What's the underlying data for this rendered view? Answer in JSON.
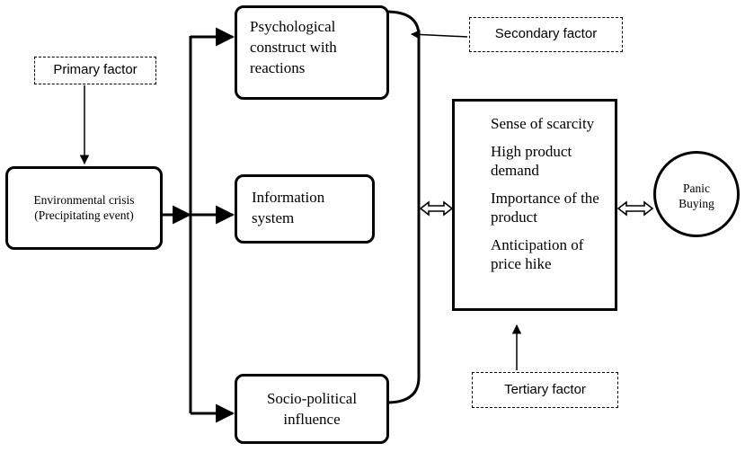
{
  "labels": {
    "primary": "Primary factor",
    "secondary": "Secondary factor",
    "tertiary": "Tertiary factor"
  },
  "nodes": {
    "environmental_crisis": [
      "Environmental crisis",
      "(Precipitating event)"
    ],
    "psychological": [
      "Psychological",
      "construct with",
      "reactions"
    ],
    "information": [
      "Information",
      "system"
    ],
    "socio_political": [
      "Socio-political",
      "influence"
    ],
    "factors": [
      "Sense of scarcity",
      "High product",
      "demand",
      "Importance of the",
      "product",
      "Anticipation of",
      "price hike"
    ],
    "panic_buying": [
      "Panic",
      "Buying"
    ]
  }
}
